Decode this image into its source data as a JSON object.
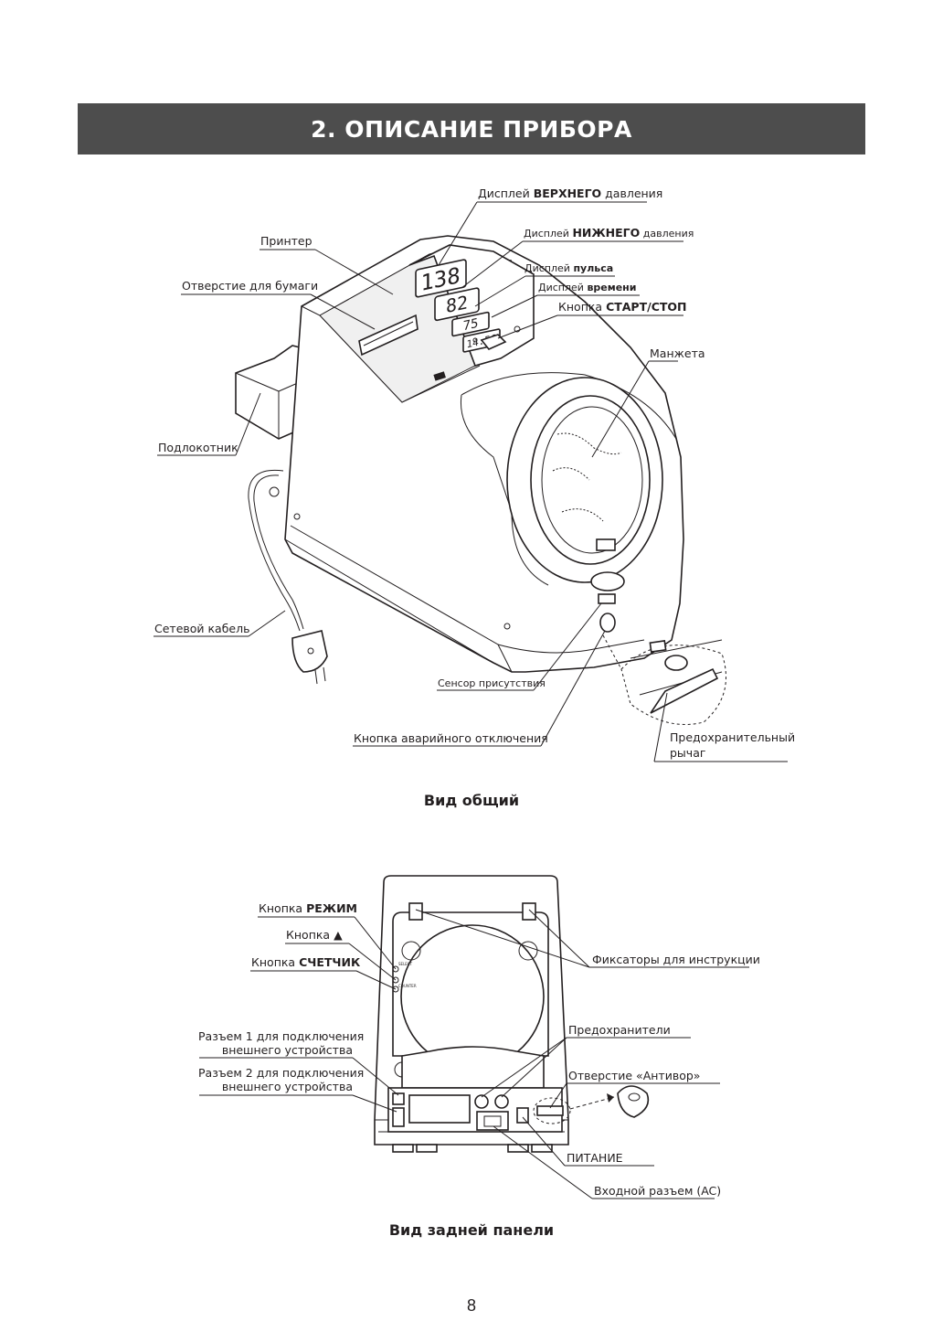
{
  "header": {
    "title": "2. ОПИСАНИЕ ПРИБОРА"
  },
  "general_view": {
    "caption": "Вид общий",
    "labels": {
      "upper_display_pre": "Дисплей ",
      "upper_display_bold": "ВЕРХНЕГО",
      "upper_display_post": " давления",
      "lower_display_pre": "Дисплей ",
      "lower_display_bold": "НИЖНЕГО",
      "lower_display_post": " давления",
      "pulse_display_pre": "Дисплей ",
      "pulse_display_bold": "пульса",
      "time_display_pre": "Дисплей ",
      "time_display_bold": "времени",
      "start_stop_pre": "Кнопка ",
      "start_stop_bold": "СТАРТ/СТОП",
      "printer": "Принтер",
      "paper_slot": "Отверстие для бумаги",
      "cuff": "Манжета",
      "armrest": "Подлокотник",
      "power_cable": "Сетевой кабель",
      "presence_sensor": "Сенсор присутствия",
      "emergency_button": "Кнопка аварийного отключения",
      "safety_lever_1": "Предохранительный",
      "safety_lever_2": "рычаг"
    },
    "readouts": {
      "upper": "138",
      "lower": "82",
      "pulse": "75",
      "time": "14:56"
    }
  },
  "rear_view": {
    "caption": "Вид задней панели",
    "labels": {
      "mode_button_pre": "Кнопка ",
      "mode_button_bold": "РЕЖИМ",
      "up_button_pre": "Кнопка ",
      "up_button_symbol": "▲",
      "counter_button_pre": "Кнопка ",
      "counter_button_bold": "СЧЕТЧИК",
      "port1_line1": "Разъем 1 для подключения",
      "port1_line2": "внешнего устройства",
      "port2_line1": "Разъем 2 для подключения",
      "port2_line2": "внешнего устройства",
      "instruction_holders": "Фиксаторы для инструкции",
      "fuses": "Предохранители",
      "antitheft_hole": "Отверстие «Антивор»",
      "power": "ПИТАНИЕ",
      "ac_inlet": "Входной разъем (AC)"
    },
    "panel_text": {
      "select": "SELECT",
      "counter": "COUNTER"
    }
  },
  "footer": {
    "page_number": "8"
  }
}
